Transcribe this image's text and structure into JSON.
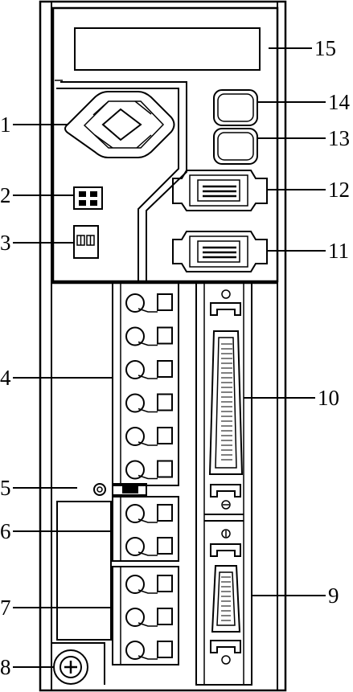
{
  "callouts": [
    {
      "id": "1",
      "label": "1"
    },
    {
      "id": "2",
      "label": "2"
    },
    {
      "id": "3",
      "label": "3"
    },
    {
      "id": "4",
      "label": "4"
    },
    {
      "id": "5",
      "label": "5"
    },
    {
      "id": "6",
      "label": "6"
    },
    {
      "id": "7",
      "label": "7"
    },
    {
      "id": "8",
      "label": "8"
    },
    {
      "id": "9",
      "label": "9"
    },
    {
      "id": "10",
      "label": "10"
    },
    {
      "id": "11",
      "label": "11"
    },
    {
      "id": "12",
      "label": "12"
    },
    {
      "id": "13",
      "label": "13"
    },
    {
      "id": "14",
      "label": "14"
    },
    {
      "id": "15",
      "label": "15"
    }
  ],
  "terminal_counts": {
    "main_power_block": 6,
    "regen_block": 2,
    "motor_block": 3
  }
}
